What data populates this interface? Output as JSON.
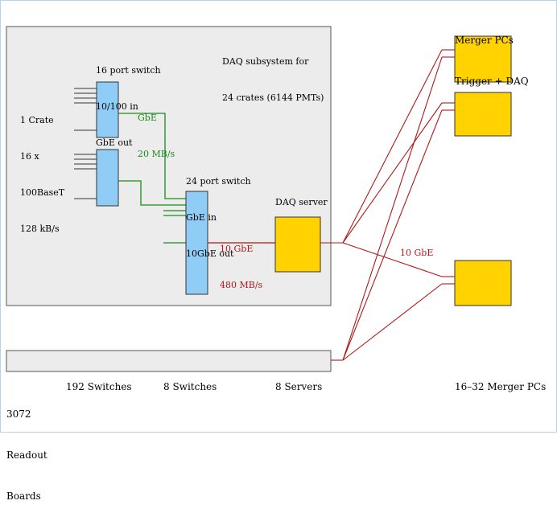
{
  "labels": {
    "subsystem_title": [
      "DAQ subsystem for",
      "24 crates (6144 PMTs)"
    ],
    "switch16": [
      "16 port switch",
      "10/100 in",
      "GbE out"
    ],
    "crate": [
      "1 Crate",
      "16 x",
      "100BaseT",
      "128 kB/s"
    ],
    "gbe": [
      "GbE",
      "20 MB/s"
    ],
    "switch24": [
      "24 port switch",
      "GbE in",
      "10GbE out"
    ],
    "tengbe": [
      "10 GbE",
      "480 MB/s"
    ],
    "daq_server": "DAQ server",
    "merger_title": [
      "Merger PCs",
      "Trigger + DAQ"
    ],
    "tengbe_link": "10 GbE"
  },
  "bottom_labels": {
    "readout": [
      "3072",
      "Readout",
      "Boards"
    ],
    "switches192": "192 Switches",
    "switches8": "8 Switches",
    "servers8": "8 Servers",
    "merger_count": "16–32 Merger PCs"
  },
  "colors": {
    "panel": "#ececec",
    "switch": "#8fcdf7",
    "server": "#ffd200",
    "green_link": "#1a8a1a",
    "red_link": "#b01818"
  }
}
